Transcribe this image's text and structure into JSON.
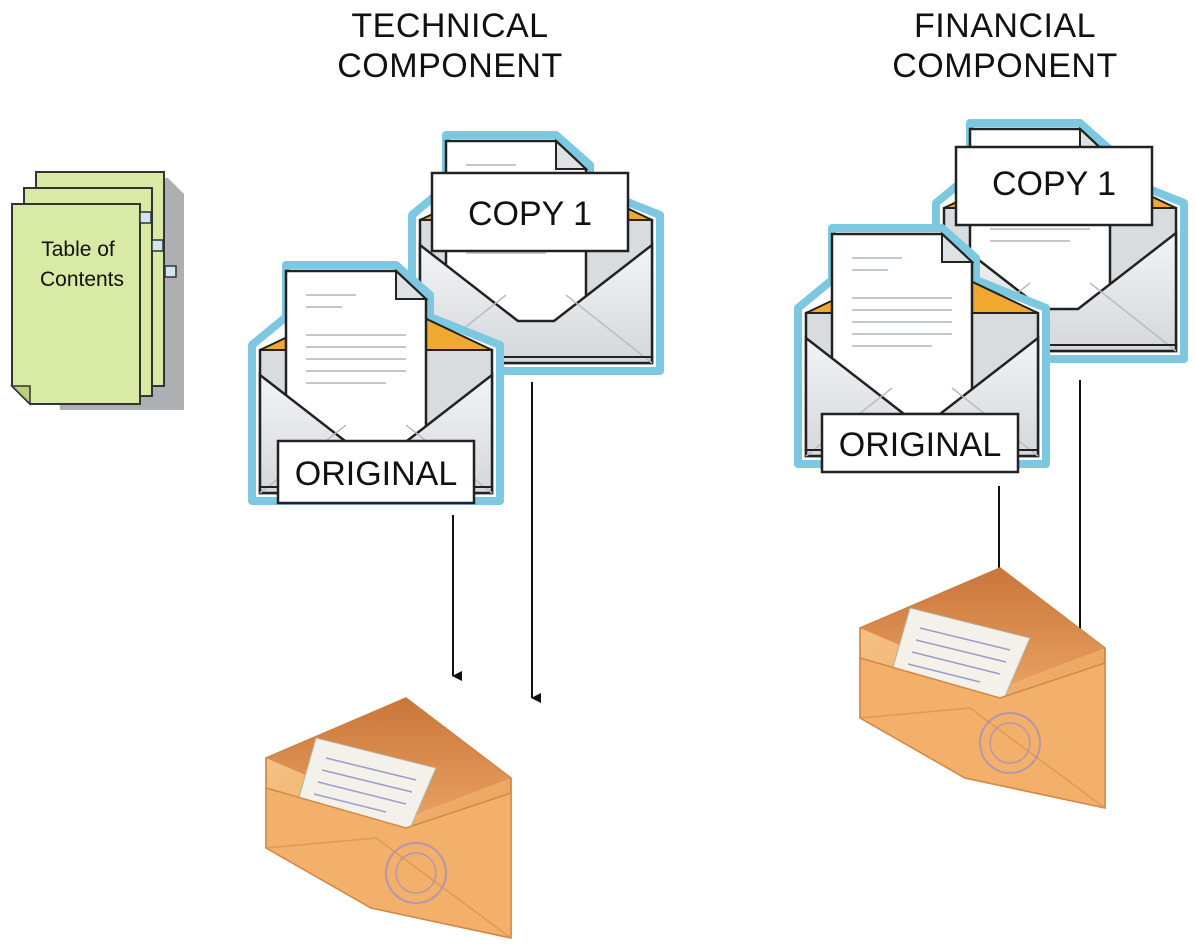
{
  "headings": {
    "technical": [
      "TECHNICAL",
      "COMPONENT"
    ],
    "financial": [
      "FINANCIAL",
      "COMPONENT"
    ]
  },
  "toc": {
    "label": [
      "Table of",
      "Contents"
    ]
  },
  "labels": {
    "copy": "COPY 1",
    "original": "ORIGINAL"
  },
  "colors": {
    "envelope_outline": "#7cc8e0",
    "envelope_body": "#e6e8ea",
    "flap_inner": "#f0a830",
    "toc_fill": "#d8eaa4",
    "outer_envelope": "#f2b06a",
    "stamp": "#9a8ccc"
  }
}
